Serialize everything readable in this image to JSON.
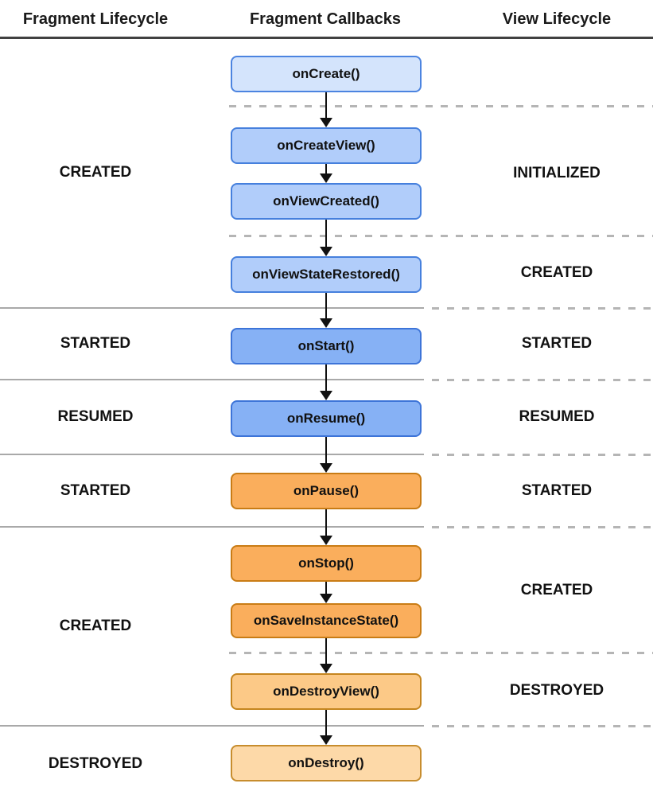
{
  "header": {
    "columns": [
      {
        "label": "Fragment Lifecycle"
      },
      {
        "label": "Fragment Callbacks"
      },
      {
        "label": "View Lifecycle"
      }
    ]
  },
  "callbacks": [
    {
      "label": "onCreate()",
      "tier": "blue-light"
    },
    {
      "label": "onCreateView()",
      "tier": "blue-mid"
    },
    {
      "label": "onViewCreated()",
      "tier": "blue-mid"
    },
    {
      "label": "onViewStateRestored()",
      "tier": "blue-mid"
    },
    {
      "label": "onStart()",
      "tier": "blue-dark"
    },
    {
      "label": "onResume()",
      "tier": "blue-dark"
    },
    {
      "label": "onPause()",
      "tier": "orange-dark"
    },
    {
      "label": "onStop()",
      "tier": "orange-dark"
    },
    {
      "label": "onSaveInstanceState()",
      "tier": "orange-dark"
    },
    {
      "label": "onDestroyView()",
      "tier": "orange-mid"
    },
    {
      "label": "onDestroy()",
      "tier": "orange-light"
    }
  ],
  "fragment_states": [
    {
      "label": "CREATED"
    },
    {
      "label": "STARTED"
    },
    {
      "label": "RESUMED"
    },
    {
      "label": "STARTED"
    },
    {
      "label": "CREATED"
    },
    {
      "label": "DESTROYED"
    }
  ],
  "view_states": [
    {
      "label": "INITIALIZED"
    },
    {
      "label": "CREATED"
    },
    {
      "label": "STARTED"
    },
    {
      "label": "RESUMED"
    },
    {
      "label": "STARTED"
    },
    {
      "label": "CREATED"
    },
    {
      "label": "DESTROYED"
    }
  ],
  "colors": {
    "blue_light_fill": "#d4e4fc",
    "blue_light_border": "#4c84e0",
    "blue_mid_fill": "#b1cdfa",
    "blue_mid_border": "#4680dd",
    "blue_dark_fill": "#86b1f5",
    "blue_dark_border": "#3d74d8",
    "orange_dark_fill": "#faae5c",
    "orange_dark_border": "#c97c15",
    "orange_mid_fill": "#fcc987",
    "orange_mid_border": "#c5851f",
    "orange_light_fill": "#fdd9a8",
    "orange_light_border": "#c78d2e",
    "arrow": "#111111",
    "separator_solid": "#a9a9a9",
    "separator_dashed": "#b5b5b5",
    "header_rule": "#414141"
  }
}
